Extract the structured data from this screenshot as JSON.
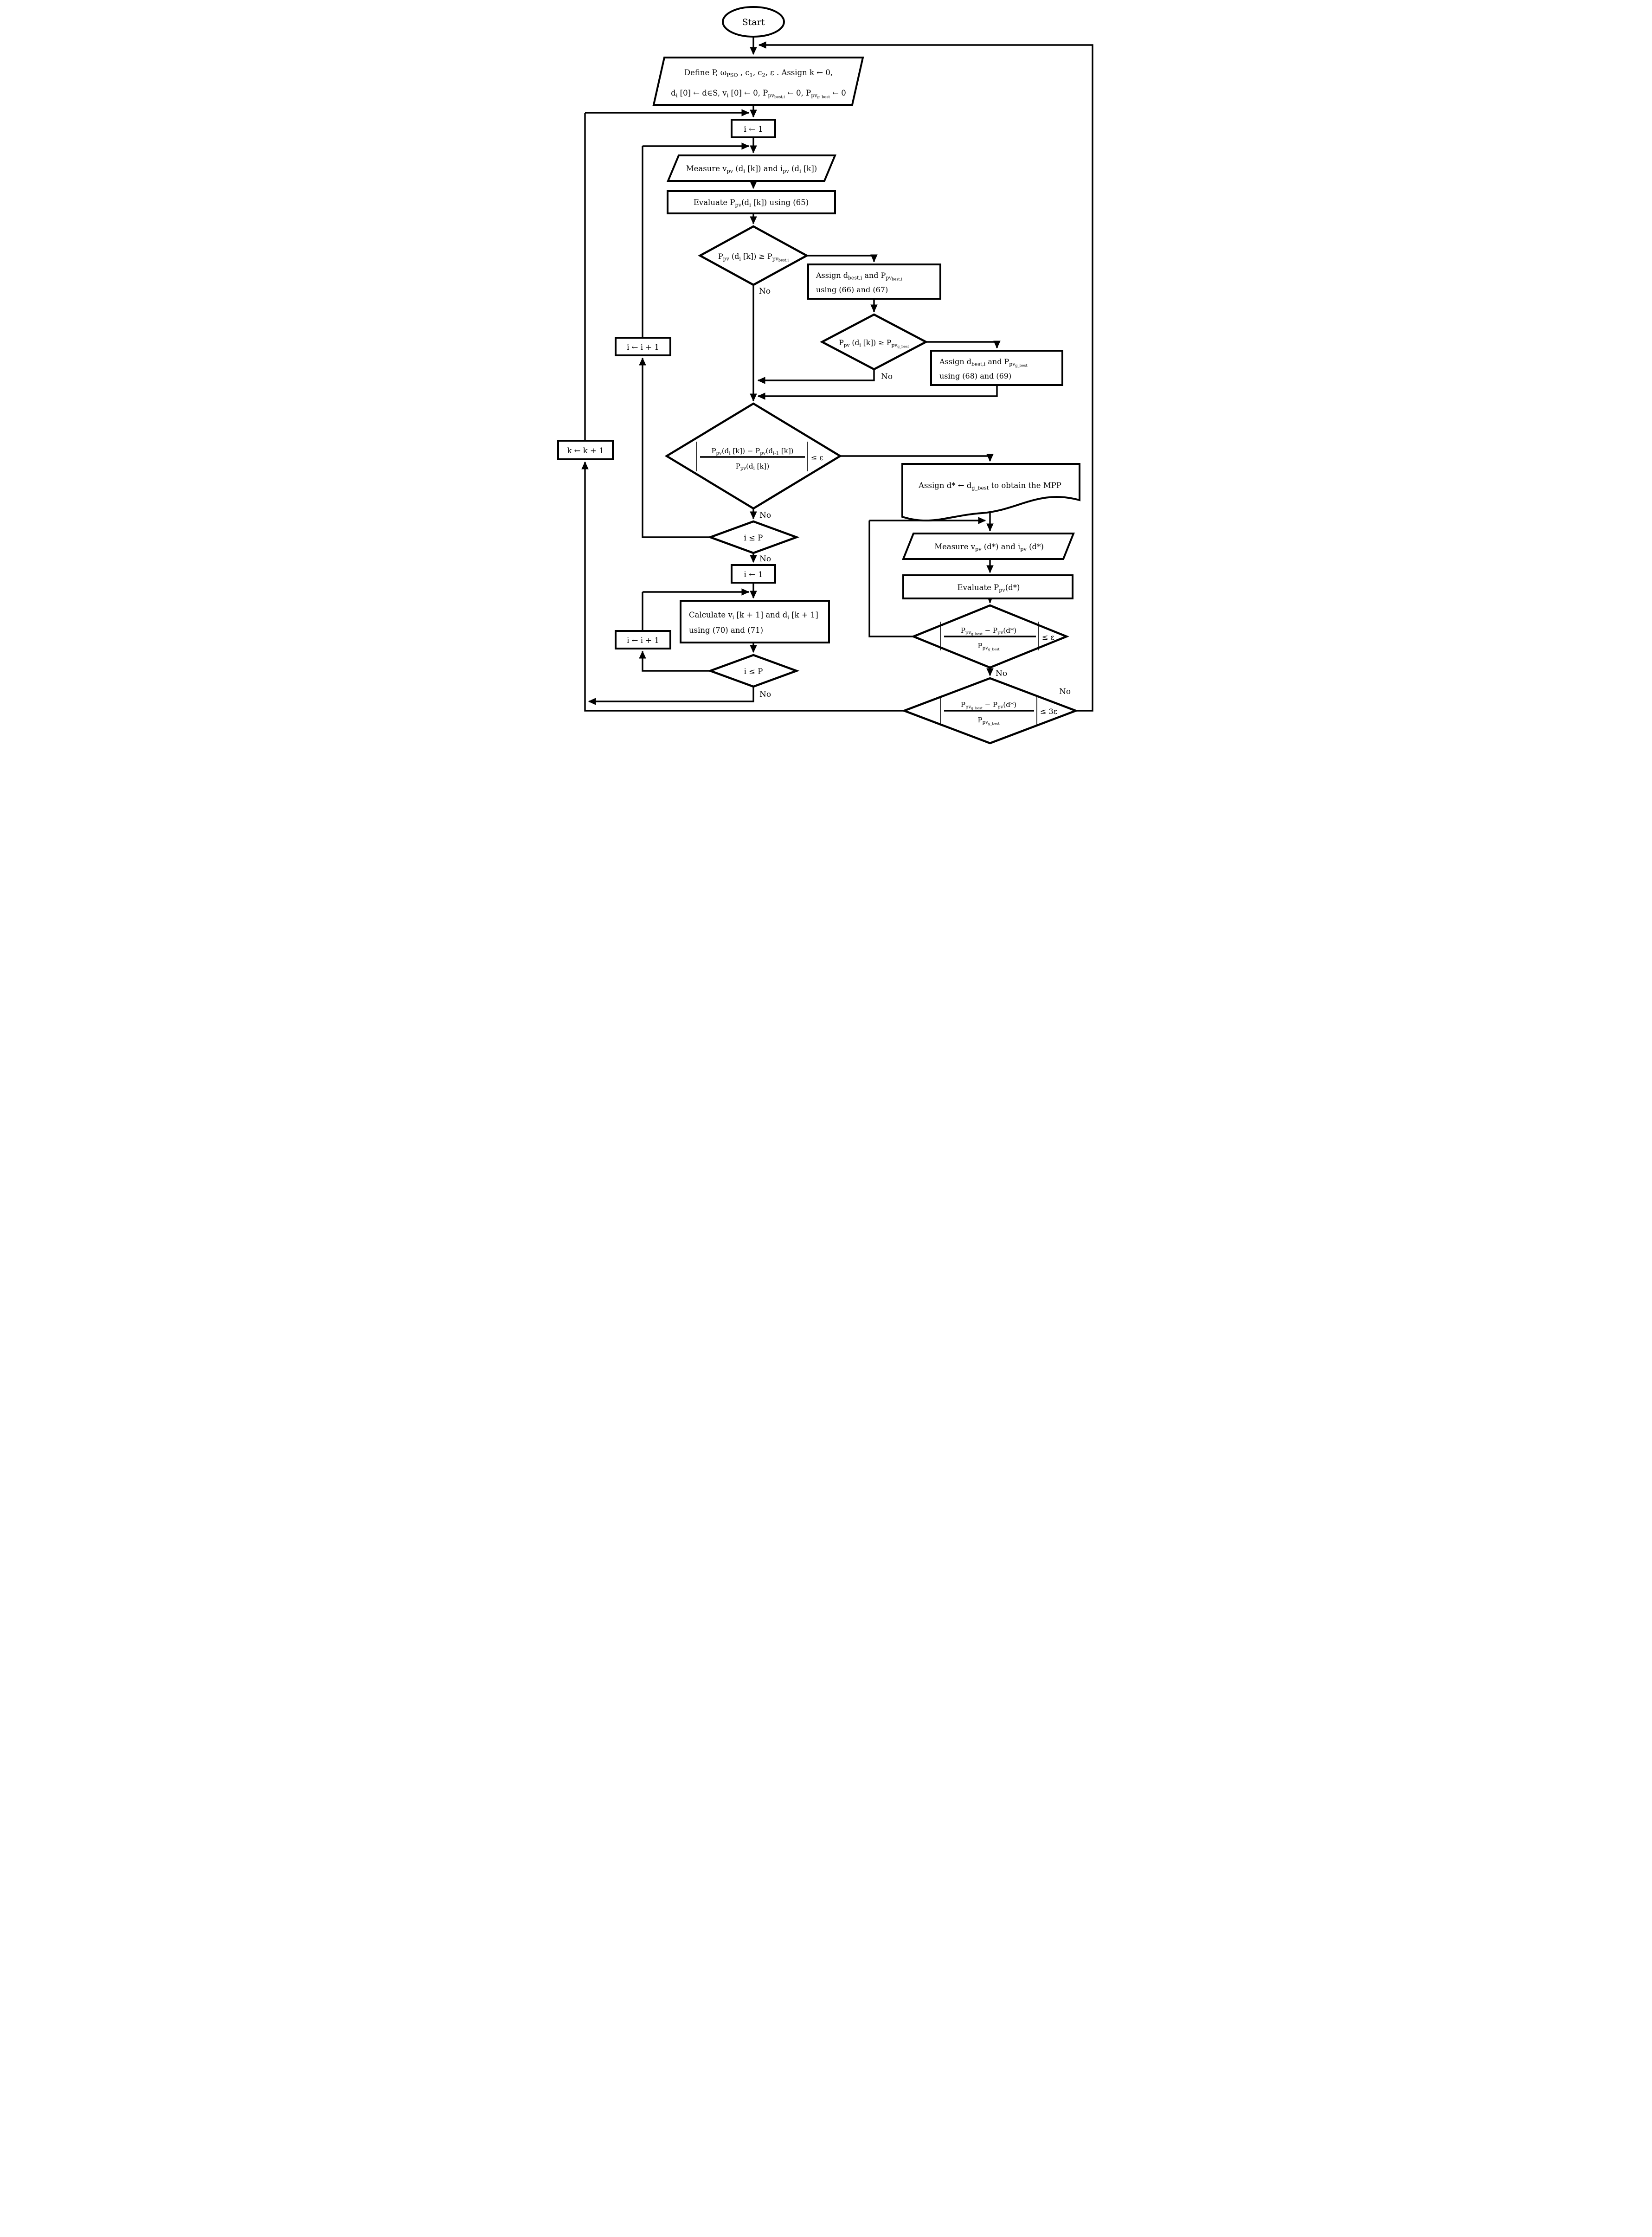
{
  "figure": {
    "type": "flowchart",
    "description": "PSO-based MPPT algorithm flowchart",
    "background": "#ffffff",
    "line_color": "#000000"
  },
  "nodes": {
    "start": {
      "label": "Start"
    },
    "define": {
      "line1": "Define P, ω_{PSO} , c_{1}, c_{2}, ε . Assign k ← 0,",
      "line2": "d_{i} [0] ← d∈S,  v_{i} [0] ← 0,  P_{pv_{best,i}} ← 0,  P_{pv_{g_best}} ← 0"
    },
    "init_i_1": {
      "label": "i ← 1"
    },
    "measure_k": {
      "label": "Measure v_{pv} (d_{i} [k]) and i_{pv} (d_{i} [k])"
    },
    "evaluate_k": {
      "label": "Evaluate P_{pv}(d_{i} [k]) using (65)"
    },
    "check_pbest": {
      "label": "P_{pv} (d_{i} [k]) ≥ P_{pv_{best,i}}"
    },
    "assign_pbest": {
      "line1": "Assign  d_{best,i}  and  P_{pv_{best,i}}",
      "line2": "using (66) and (67)"
    },
    "check_gbest": {
      "label": "P_{pv} (d_{i} [k]) ≥ P_{pv_{g_best}}"
    },
    "assign_gbest": {
      "line1": "Assign  d_{best,i}  and  P_{pv_{g_best}}",
      "line2": "using (68) and (69)"
    },
    "check_converge": {
      "numerator": "P_{pv}(d_{i} [k]) − P_{pv}(d_{i-1} [k])",
      "denominator": "P_{pv}(d_{i} [k])",
      "rhs": "≤ ε"
    },
    "check_i_p_1": {
      "label": "i ≤ P"
    },
    "init_i_2": {
      "label": "i ← 1"
    },
    "calculate": {
      "line1": "Calculate v_{i} [k + 1] and d_{i} [k + 1]",
      "line2": "using (70) and (71)"
    },
    "check_i_p_2": {
      "label": "i ≤ P"
    },
    "incr_i_1": {
      "label": "i ← i + 1"
    },
    "incr_i_2": {
      "label": "i ← i + 1"
    },
    "incr_k": {
      "label": "k ← k + 1"
    },
    "assign_mpp": {
      "label": "Assign  d* ← d_{g_best}  to obtain the MPP"
    },
    "measure_mpp": {
      "label": "Measure v_{pv} (d*) and  i_{pv} (d*)"
    },
    "evaluate_mpp": {
      "label": "Evaluate  P_{pv}(d*)"
    },
    "check_eps": {
      "numerator": "P_{pv_{g_best}} − P_{pv}(d*)",
      "denominator": "P_{pv_{g_best}}",
      "rhs": "≤ ε"
    },
    "check_3eps": {
      "numerator": "P_{pv_{g_best}} − P_{pv}(d*)",
      "denominator": "P_{pv_{g_best}}",
      "rhs": "≤ 3ε"
    }
  },
  "labels": {
    "no": "No"
  }
}
